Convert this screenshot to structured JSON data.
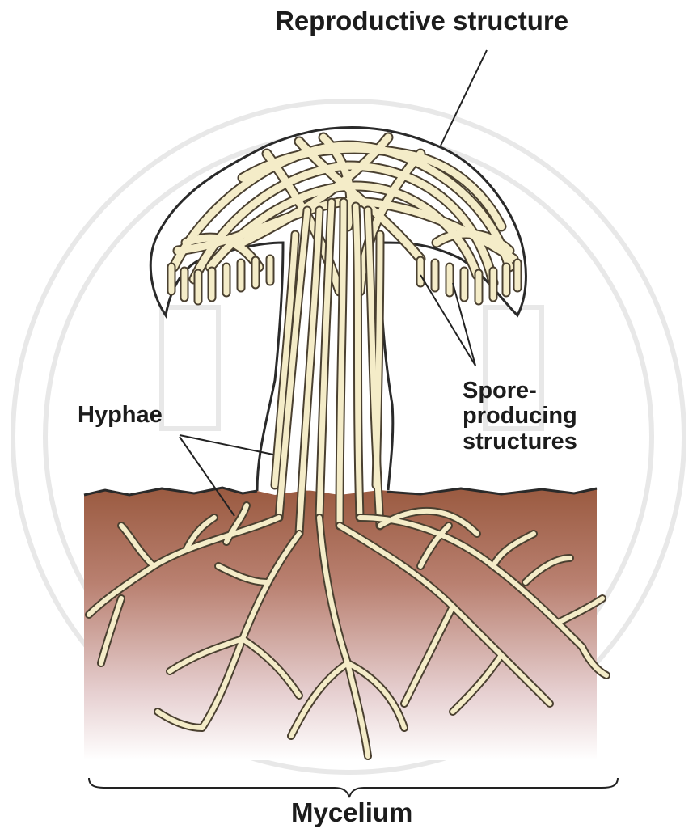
{
  "labels": {
    "reproductive": "Reproductive structure",
    "hyphae": "Hyphae",
    "spore_line1": "Spore-",
    "spore_line2": "producing",
    "spore_line3": "structures",
    "mycelium": "Mycelium"
  },
  "colors": {
    "hypha_fill": "#f4ecc8",
    "hypha_edge": "#4a4030",
    "soil_top": "#9a5a40",
    "soil_mid": "#c89a90",
    "soil_bottom": "#ffffff",
    "outline": "#2a2a2a",
    "watermark": "#e6e6e6"
  }
}
